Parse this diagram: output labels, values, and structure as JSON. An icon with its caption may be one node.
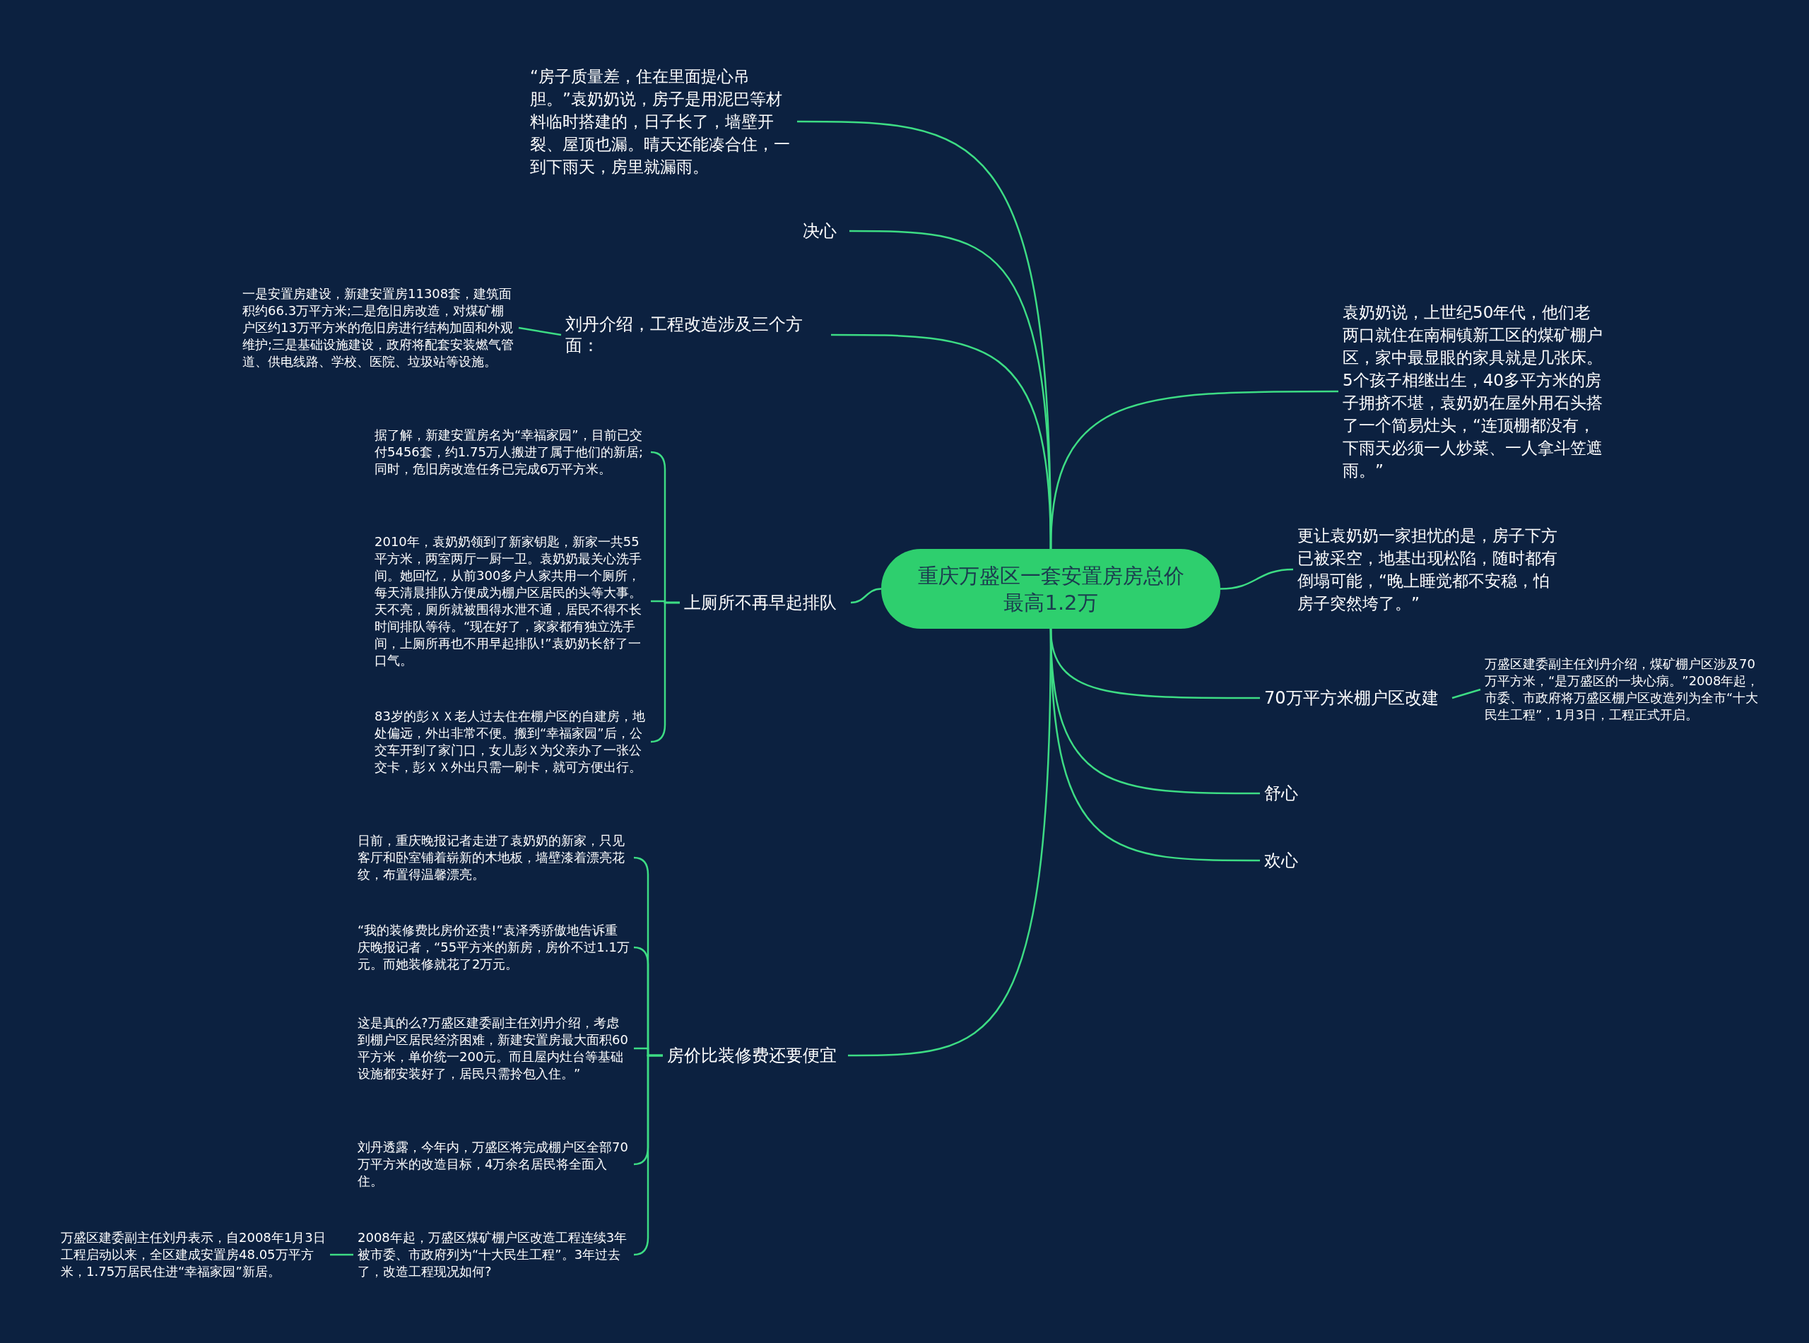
{
  "diagram": {
    "nodes": [
      {
        "text": [
          "重庆万盛区一套安置房房总价最高1.2万"
        ]
      },
      {
        "text": [
          "“房子质量差，住在里面提心吊胆。”袁奶奶说，房子是用泥巴等材料临时搭建的，日子长了，墙壁开裂、屋顶也漏。晴天还能凑合住，一到下雨天，房里就漏雨。"
        ]
      },
      {
        "text": [
          "决心"
        ]
      },
      {
        "text": [
          "刘丹介绍，工程改造涉及三个方面："
        ]
      },
      {
        "text": [
          "一是安置房建设，新建安置房11308套，建筑面积约66.3万平方米;二是危旧房改造，对煤矿棚户区约13万平方米的危旧房进行结构加固和外观维护;三是基础设施建设，政府将配套安装燃气管道、供电线路、学校、医院、垃圾站等设施。"
        ]
      },
      {
        "text": [
          "上厕所不再早起排队"
        ]
      },
      {
        "text": [
          "据了解，新建安置房名为“幸福家园”，目前已交付5456套，约1.75万人搬进了属于他们的新居;同时，危旧房改造任务已完成6万平方米。"
        ]
      },
      {
        "text": [
          "2010年，袁奶奶领到了新家钥匙，新家一共55平方米，两室两厅一厨一卫。袁奶奶最关心洗手间。她回忆，从前300多户人家共用一个厕所，每天清晨排队方便成为棚户区居民的头等大事。天不亮，厕所就被围得水泄不通，居民不得不长时间排队等待。“现在好了，家家都有独立洗手间，上厕所再也不用早起排队!”袁奶奶长舒了一口气。"
        ]
      },
      {
        "text": [
          "83岁的彭ＸＸ老人过去住在棚户区的自建房，地处偏远，外出非常不便。搬到“幸福家园”后，公交车开到了家门口，女儿彭Ｘ为父亲办了一张公交卡，彭ＸＸ外出只需一刷卡，就可方便出行。"
        ]
      },
      {
        "text": [
          "房价比装修费还要便宜"
        ]
      },
      {
        "text": [
          "日前，重庆晚报记者走进了袁奶奶的新家，只见客厅和卧室铺着崭新的木地板，墙壁漆着漂亮花纹，布置得温馨漂亮。"
        ]
      },
      {
        "text": [
          "“我的装修费比房价还贵!”袁泽秀骄傲地告诉重庆晚报记者，“55平方米的新房，房价不过1.1万元。而她装修就花了2万元。"
        ]
      },
      {
        "text": [
          "这是真的么?万盛区建委副主任刘丹介绍，考虑到棚户区居民经济困难，新建安置房最大面积60平方米，单价统一200元。而且屋内灶台等基础设施都安装好了，居民只需拎包入住。”"
        ]
      },
      {
        "text": [
          "刘丹透露，今年内，万盛区将完成棚户区全部70万平方米的改造目标，4万余名居民将全面入住。"
        ]
      },
      {
        "text": [
          "2008年起，万盛区煤矿棚户区改造工程连续3年被市委、市政府列为“十大民生工程”。3年过去了，改造工程现况如何?"
        ]
      },
      {
        "text": [
          "万盛区建委副主任刘丹表示，自2008年1月3日工程启动以来，全区建成安置房48.05万平方米，1.75万居民住进“幸福家园”新居。"
        ]
      },
      {
        "text": [
          "袁奶奶说，上世纪50年代，他们老两口就住在南桐镇新工区的煤矿棚户区，家中最显眼的家具就是几张床。5个孩子相继出生，40多平方米的房子拥挤不堪，袁奶奶在屋外用石头搭了一个简易灶头，“连顶棚都没有，下雨天必须一人炒菜、一人拿斗笠遮雨。”"
        ]
      },
      {
        "text": [
          "更让袁奶奶一家担忧的是，房子下方已被采空，地基出现松陷，随时都有倒塌可能，“晚上睡觉都不安稳，怕房子突然垮了。”"
        ]
      },
      {
        "text": [
          "70万平方米棚户区改建"
        ]
      },
      {
        "text": [
          "万盛区建委副主任刘丹介绍，煤矿棚户区涉及70万平方米，“是万盛区的一块心病。”2008年起，市委、市政府将万盛区棚户区改造列为全市“十大民生工程”，1月3日，工程正式开启。"
        ]
      },
      {
        "text": [
          "舒心"
        ]
      },
      {
        "text": [
          "欢心"
        ]
      }
    ],
    "edges": [
      {
        "from": 0,
        "to": 1,
        "arrow": "none"
      },
      {
        "from": 0,
        "to": 2,
        "arrow": "none"
      },
      {
        "from": 0,
        "to": 3,
        "arrow": "none"
      },
      {
        "from": 3,
        "to": 4,
        "arrow": "none"
      },
      {
        "from": 0,
        "to": 5,
        "arrow": "none"
      },
      {
        "from": 5,
        "to": 6,
        "arrow": "none"
      },
      {
        "from": 5,
        "to": 7,
        "arrow": "none"
      },
      {
        "from": 5,
        "to": 8,
        "arrow": "none"
      },
      {
        "from": 0,
        "to": 9,
        "arrow": "none"
      },
      {
        "from": 9,
        "to": 10,
        "arrow": "none"
      },
      {
        "from": 9,
        "to": 11,
        "arrow": "none"
      },
      {
        "from": 9,
        "to": 12,
        "arrow": "none"
      },
      {
        "from": 9,
        "to": 13,
        "arrow": "none"
      },
      {
        "from": 9,
        "to": 14,
        "arrow": "none"
      },
      {
        "from": 14,
        "to": 15,
        "arrow": "none"
      },
      {
        "from": 0,
        "to": 16,
        "arrow": "none"
      },
      {
        "from": 0,
        "to": 17,
        "arrow": "none"
      },
      {
        "from": 0,
        "to": 18,
        "arrow": "none"
      },
      {
        "from": 18,
        "to": 19,
        "arrow": "none"
      },
      {
        "from": 0,
        "to": 20,
        "arrow": "none"
      },
      {
        "from": 0,
        "to": 21,
        "arrow": "none"
      }
    ]
  }
}
